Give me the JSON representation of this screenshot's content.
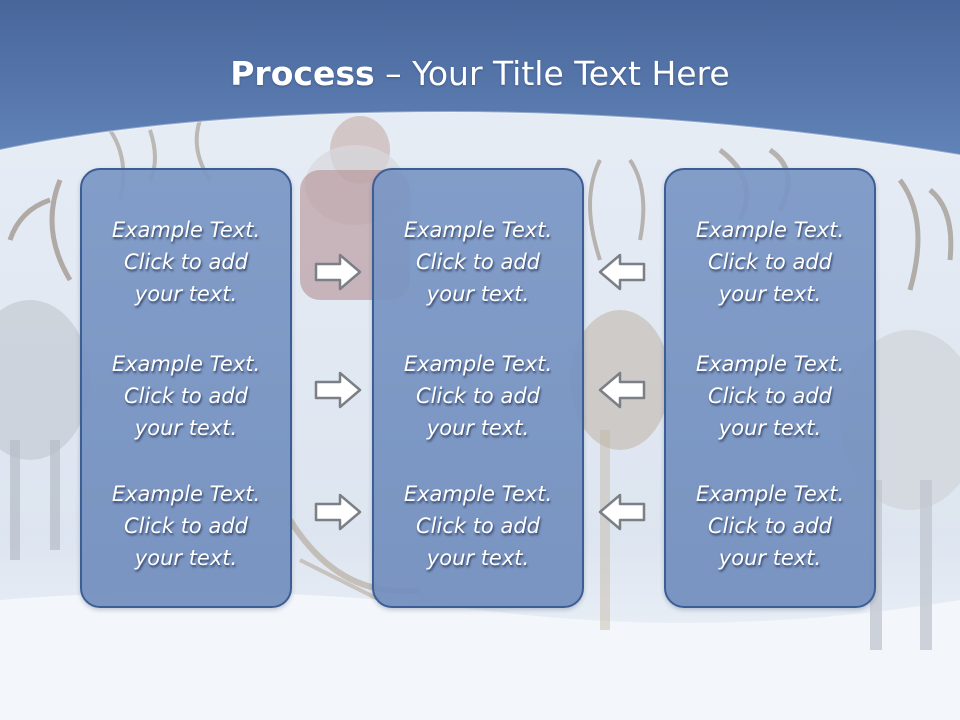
{
  "title": {
    "bold": "Process",
    "rest": " – Your Title Text Here"
  },
  "columns": [
    {
      "blocks": [
        {
          "line1": "Example Text.",
          "line2": "Click  to add",
          "line3": "your text."
        },
        {
          "line1": "Example Text.",
          "line2": "Click  to add",
          "line3": "your text."
        },
        {
          "line1": "Example Text.",
          "line2": "Click  to add",
          "line3": "your text."
        }
      ]
    },
    {
      "blocks": [
        {
          "line1": "Example Text.",
          "line2": "Click  to add",
          "line3": "your text."
        },
        {
          "line1": "Example Text.",
          "line2": "Click  to add",
          "line3": "your text."
        },
        {
          "line1": "Example Text.",
          "line2": "Click  to add",
          "line3": "your text."
        }
      ]
    },
    {
      "blocks": [
        {
          "line1": "Example Text.",
          "line2": "Click  to add",
          "line3": "your text."
        },
        {
          "line1": "Example Text.",
          "line2": "Click  to add",
          "line3": "your text."
        },
        {
          "line1": "Example Text.",
          "line2": "Click  to add",
          "line3": "your text."
        }
      ]
    }
  ],
  "arrows": [
    {
      "icon": "arrow-right-icon"
    },
    {
      "icon": "arrow-right-icon"
    },
    {
      "icon": "arrow-right-icon"
    },
    {
      "icon": "arrow-left-icon"
    },
    {
      "icon": "arrow-left-icon"
    },
    {
      "icon": "arrow-left-icon"
    }
  ],
  "colors": {
    "header": "#5a7db3",
    "panel": "#7a97c5",
    "panel_border": "#3d5d95",
    "text": "#ffffff"
  }
}
